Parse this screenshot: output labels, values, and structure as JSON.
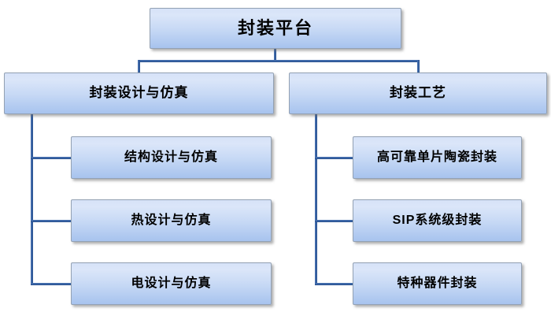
{
  "diagram": {
    "type": "org-chart",
    "root": {
      "label": "封装平台"
    },
    "branches": [
      {
        "label": "封装设计与仿真",
        "children": [
          "结构设计与仿真",
          "热设计与仿真",
          "电设计与仿真"
        ]
      },
      {
        "label": "封装工艺",
        "children": [
          "高可靠单片陶瓷封装",
          "SIP系统级封装",
          "特种器件封装"
        ]
      }
    ],
    "colors": {
      "background": "#ffffff",
      "connector": "#2f5b9d",
      "box_border": "#93a1b3",
      "box_gradient_top": "#d6e2f8",
      "box_gradient_bottom": "#a7c3ee",
      "text": "#000000"
    }
  }
}
